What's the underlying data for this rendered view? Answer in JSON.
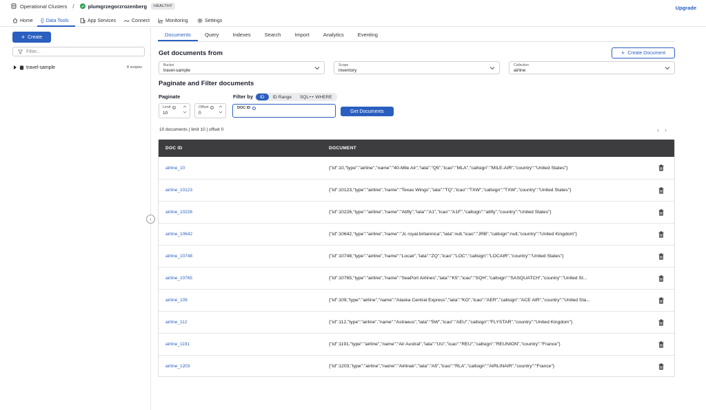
{
  "topbar": {
    "breadcrumb_root": "Operational Clusters",
    "separator": "/",
    "cluster_name": "plumgrzegorzrozenberg",
    "status_badge": "HEALTHY",
    "upgrade_label": "Upgrade"
  },
  "nav": {
    "items": [
      {
        "label": "Home",
        "icon": "home-icon"
      },
      {
        "label": "Data Tools",
        "icon": "braces-icon",
        "active": true
      },
      {
        "label": "App Services",
        "icon": "app-services-icon"
      },
      {
        "label": "Connect",
        "icon": "connect-icon"
      },
      {
        "label": "Monitoring",
        "icon": "chart-icon"
      },
      {
        "label": "Settings",
        "icon": "gear-icon"
      }
    ]
  },
  "sidebar": {
    "create_label": "Create",
    "filter_placeholder": "Filter...",
    "tree": [
      {
        "label": "travel-sample",
        "count": "8 scopes"
      }
    ]
  },
  "tabs": [
    "Documents",
    "Query",
    "Indexes",
    "Search",
    "Import",
    "Analytics",
    "Eventing"
  ],
  "get_docs": {
    "title": "Get documents from",
    "create_document_label": "Create Document",
    "bucket": {
      "label": "Bucket",
      "value": "travel-sample"
    },
    "scope": {
      "label": "Scope",
      "value": "inventory"
    },
    "collection": {
      "label": "Collection",
      "value": "airline"
    }
  },
  "paginate": {
    "title": "Paginate and Filter documents",
    "paginate_label": "Paginate",
    "limit": {
      "label": "Limit",
      "value": "10"
    },
    "offset": {
      "label": "Offset",
      "value": "0"
    },
    "filter_by_label": "Filter by",
    "filter_options": [
      "ID",
      "ID Range",
      "SQL++ WHERE"
    ],
    "filter_active": "ID",
    "doc_id_label": "DOC ID",
    "doc_id_value": "",
    "get_documents_label": "Get Documents"
  },
  "summary": "10 documents | limit 10 | offset 0",
  "table": {
    "columns": [
      "DOC ID",
      "DOCUMENT"
    ],
    "rows": [
      {
        "id": "airline_10",
        "doc": "{\"id\":10,\"type\":\"airline\",\"name\":\"40-Mile Air\",\"iata\":\"Q5\",\"icao\":\"MLA\",\"callsign\":\"MILE-AIR\",\"country\":\"United States\"}"
      },
      {
        "id": "airline_10123",
        "doc": "{\"id\":10123,\"type\":\"airline\",\"name\":\"Texas Wings\",\"iata\":\"TQ\",\"icao\":\"TXW\",\"callsign\":\"TXW\",\"country\":\"United States\"}"
      },
      {
        "id": "airline_10226",
        "doc": "{\"id\":10226,\"type\":\"airline\",\"name\":\"Atifly\",\"iata\":\"A1\",\"icao\":\"A1F\",\"callsign\":\"atifly\",\"country\":\"United States\"}"
      },
      {
        "id": "airline_10642",
        "doc": "{\"id\":10642,\"type\":\"airline\",\"name\":\"Jc royal.britannica\",\"iata\":null,\"icao\":\"JRB\",\"callsign\":null,\"country\":\"United Kingdom\"}"
      },
      {
        "id": "airline_10748",
        "doc": "{\"id\":10748,\"type\":\"airline\",\"name\":\"Locair\",\"iata\":\"ZQ\",\"icao\":\"LOC\",\"callsign\":\"LOCAIR\",\"country\":\"United States\"}"
      },
      {
        "id": "airline_10765",
        "doc": "{\"id\":10765,\"type\":\"airline\",\"name\":\"SeaPort Airlines\",\"iata\":\"K5\",\"icao\":\"SQH\",\"callsign\":\"SASQUATCH\",\"country\":\"United St..."
      },
      {
        "id": "airline_109",
        "doc": "{\"id\":109,\"type\":\"airline\",\"name\":\"Alaska Central Express\",\"iata\":\"KO\",\"icao\":\"AER\",\"callsign\":\"ACE AIR\",\"country\":\"United Sta..."
      },
      {
        "id": "airline_112",
        "doc": "{\"id\":112,\"type\":\"airline\",\"name\":\"Astraeus\",\"iata\":\"5W\",\"icao\":\"AEU\",\"callsign\":\"FLYSTAR\",\"country\":\"United Kingdom\"}"
      },
      {
        "id": "airline_1191",
        "doc": "{\"id\":1191,\"type\":\"airline\",\"name\":\"Air Austral\",\"iata\":\"UU\",\"icao\":\"REU\",\"callsign\":\"REUNION\",\"country\":\"France\"}"
      },
      {
        "id": "airline_1203",
        "doc": "{\"id\":1203,\"type\":\"airline\",\"name\":\"Airlinair\",\"iata\":\"A5\",\"icao\":\"RLA\",\"callsign\":\"AIRLINAIR\",\"country\":\"France\"}"
      }
    ]
  },
  "colors": {
    "accent": "#2a5fbf",
    "header_bg": "#3d3d40",
    "healthy": "#2e9e4f"
  }
}
